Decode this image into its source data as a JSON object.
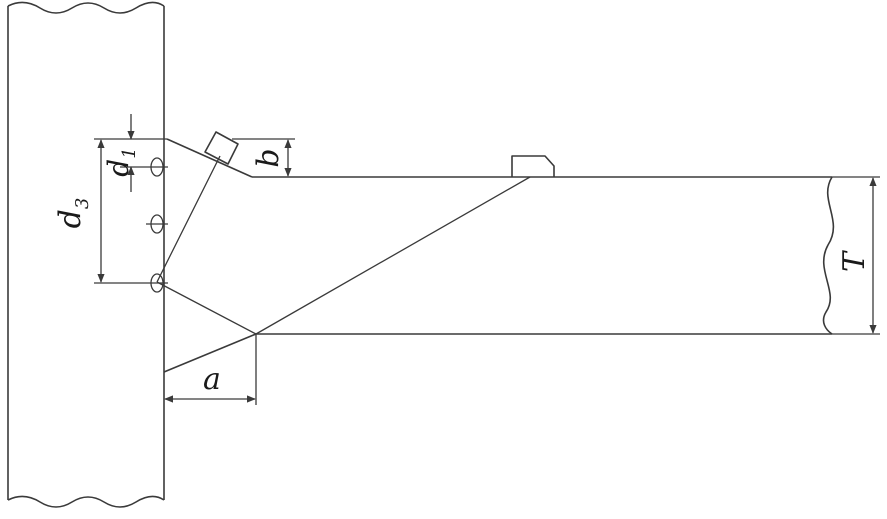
{
  "labels": {
    "d1": {
      "main": "d",
      "sub": "1"
    },
    "d3": {
      "main": "d",
      "sub": "3"
    },
    "b": "b",
    "a": "a",
    "T": "T"
  },
  "colors": {
    "line": "#3a3a3a",
    "background": "#ffffff"
  }
}
